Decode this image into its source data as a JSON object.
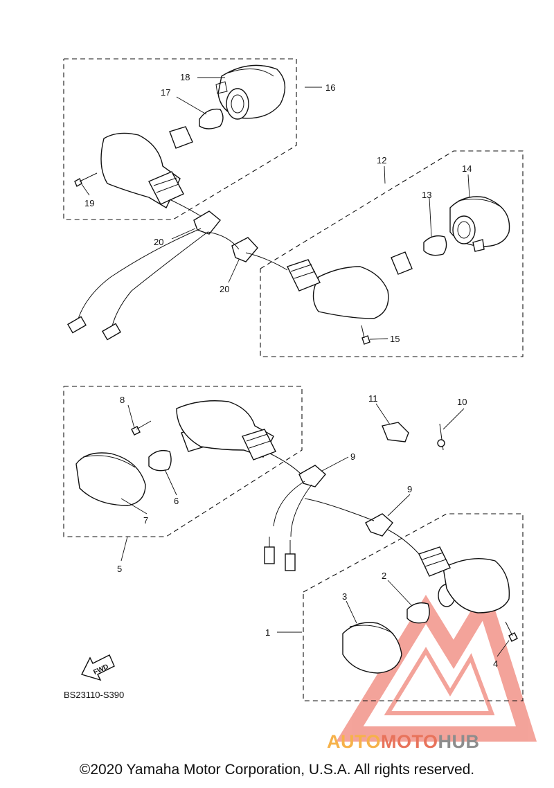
{
  "parts": [
    {
      "num": "1"
    },
    {
      "num": "2"
    },
    {
      "num": "3"
    },
    {
      "num": "4"
    },
    {
      "num": "5"
    },
    {
      "num": "6"
    },
    {
      "num": "7"
    },
    {
      "num": "8"
    },
    {
      "num": "9"
    },
    {
      "num": "9"
    },
    {
      "num": "10"
    },
    {
      "num": "11"
    },
    {
      "num": "12"
    },
    {
      "num": "13"
    },
    {
      "num": "14"
    },
    {
      "num": "15"
    },
    {
      "num": "16"
    },
    {
      "num": "17"
    },
    {
      "num": "18"
    },
    {
      "num": "19"
    },
    {
      "num": "20"
    },
    {
      "num": "20"
    }
  ],
  "fwd_label": "FWD",
  "diagram_code": "BS23110-S390",
  "watermark": {
    "part1": "AUTO",
    "part2": "MOTO",
    "part3": "HUB"
  },
  "copyright": "©2020 Yamaha Motor Corporation, U.S.A. All rights reserved.",
  "colors": {
    "watermark_red": "#e8735b",
    "watermark_orange": "#f6b24a",
    "watermark_gray": "#8d8d8d"
  }
}
